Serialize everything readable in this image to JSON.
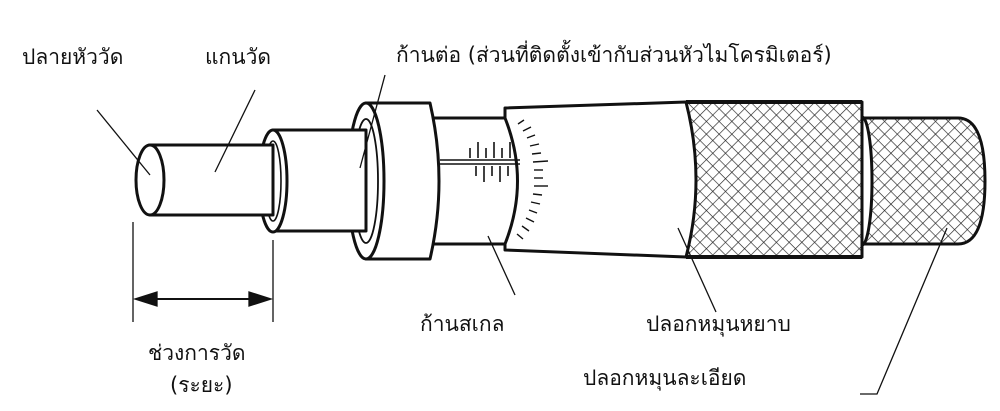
{
  "labels": {
    "tip": "ปลายหัววัด",
    "spindle": "แกนวัด",
    "adapter": "ก้านต่อ (ส่วนที่ติดตั้งเข้ากับส่วนหัวไมโครมิเตอร์)",
    "sleeve": "ก้านสเกล",
    "thimble": "ปลอกหมุนหยาบ",
    "ratchet": "ปลอกหมุนละเอียด",
    "range": "ช่วงการวัด",
    "range_note": "(ระยะ)"
  }
}
